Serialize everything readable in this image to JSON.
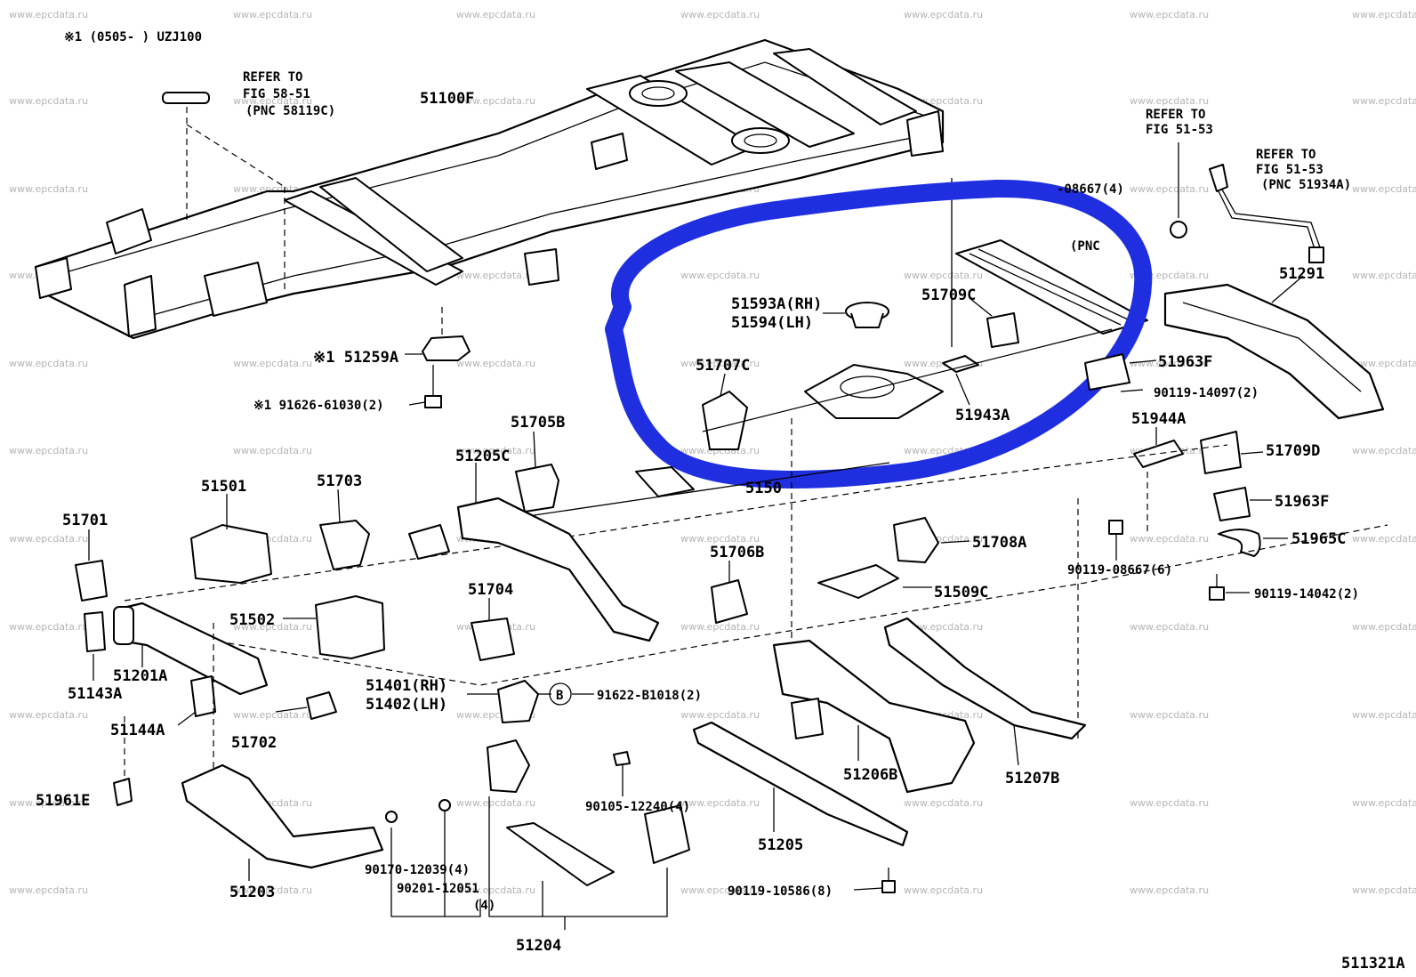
{
  "note": {
    "line": "※1 (0505-   ) UZJ100"
  },
  "refs": {
    "ref1": [
      "REFER TO",
      "FIG 58-51",
      "(PNC 58119C)"
    ],
    "ref2": [
      "REFER TO",
      "FIG 51-53"
    ],
    "ref3": [
      "REFER TO",
      "FIG 51-53",
      "(PNC 51934A)"
    ],
    "ref_partial": "(PNC"
  },
  "parts": {
    "p51100F": "51100F",
    "p51259A": "※1 51259A",
    "p91626": "※1 91626-61030(2)",
    "p90119_08667_4": "-08667(4)",
    "p51593A": "51593A(RH)",
    "p51594": "51594(LH)",
    "p51709C": "51709C",
    "p51707C": "51707C",
    "p51963F_a": "51963F",
    "p90119_14097": "90119-14097(2)",
    "p51943A": "51943A",
    "p51944A": "51944A",
    "p51709D": "51709D",
    "p51291": "51291",
    "p51963F_b": "51963F",
    "p51965C": "51965C",
    "p90119_14042": "90119-14042(2)",
    "p90119_08667_6": "90119-08667(6)",
    "p51705B": "51705B",
    "p51205C": "51205C",
    "p51501": "51501",
    "p51703": "51703",
    "p51701": "51701",
    "p51708A": "51708A",
    "p51706B": "51706B",
    "p51509C": "51509C",
    "p51704": "51704",
    "p51502": "51502",
    "p51201A": "51201A",
    "p51143A": "51143A",
    "p51144A": "51144A",
    "p51401": "51401(RH)",
    "p51402": "51402(LH)",
    "pB": "B",
    "p91622": "91622-B1018(2)",
    "p51702": "51702",
    "p51961E": "51961E",
    "p51206B": "51206B",
    "p51207B": "51207B",
    "p90105": "90105-12240(4)",
    "p51205": "51205",
    "p90170": "90170-12039(4)",
    "p90201": "90201-12051",
    "p90201_q": "(4)",
    "p51203": "51203",
    "p90119_10586": "90119-10586(8)",
    "p51204": "51204",
    "p51508_partial": "5150"
  },
  "figure_id": "511321A",
  "watermark": "www.epcdata.ru",
  "colors": {
    "highlight": "#1f2fe0",
    "ink": "#000000"
  }
}
